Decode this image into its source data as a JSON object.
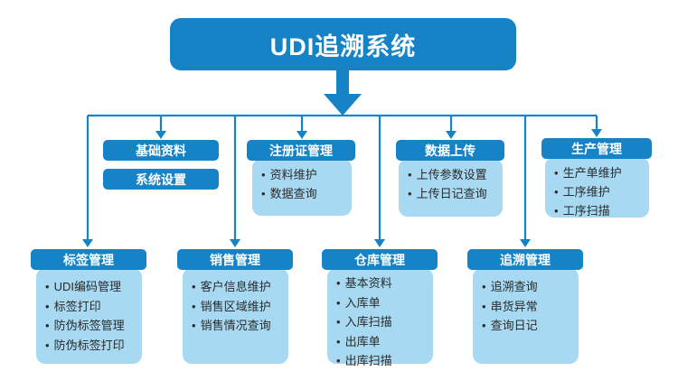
{
  "title": "UDI追溯系统",
  "colors": {
    "primary_blue": "#1583c6",
    "panel_light_blue": "#a7d9f2",
    "item_text": "#2b2b2b",
    "header_text": "#ffffff",
    "background": "#ffffff"
  },
  "row1": {
    "standalone": [
      {
        "label": "基础资料"
      },
      {
        "label": "系统设置"
      }
    ],
    "modules": [
      {
        "title": "注册证管理",
        "items": [
          "资料维护",
          "数据查询"
        ]
      },
      {
        "title": "数据上传",
        "items": [
          "上传参数设置",
          "上传日记查询"
        ]
      },
      {
        "title": "生产管理",
        "items": [
          "生产单维护",
          "工序维护",
          "工序扫描"
        ]
      }
    ]
  },
  "row2": {
    "modules": [
      {
        "title": "标签管理",
        "items": [
          "UDI编码管理",
          "标签打印",
          "防伪标签管理",
          "防伪标签打印"
        ]
      },
      {
        "title": "销售管理",
        "items": [
          "客户信息维护",
          "销售区域维护",
          "销售情况查询"
        ]
      },
      {
        "title": "仓库管理",
        "items": [
          "基本资料",
          "入库单",
          "入库扫描",
          "出库单",
          "出库扫描"
        ]
      },
      {
        "title": "追溯管理",
        "items": [
          "追溯查询",
          "串货异常",
          "查询日记"
        ]
      }
    ]
  }
}
